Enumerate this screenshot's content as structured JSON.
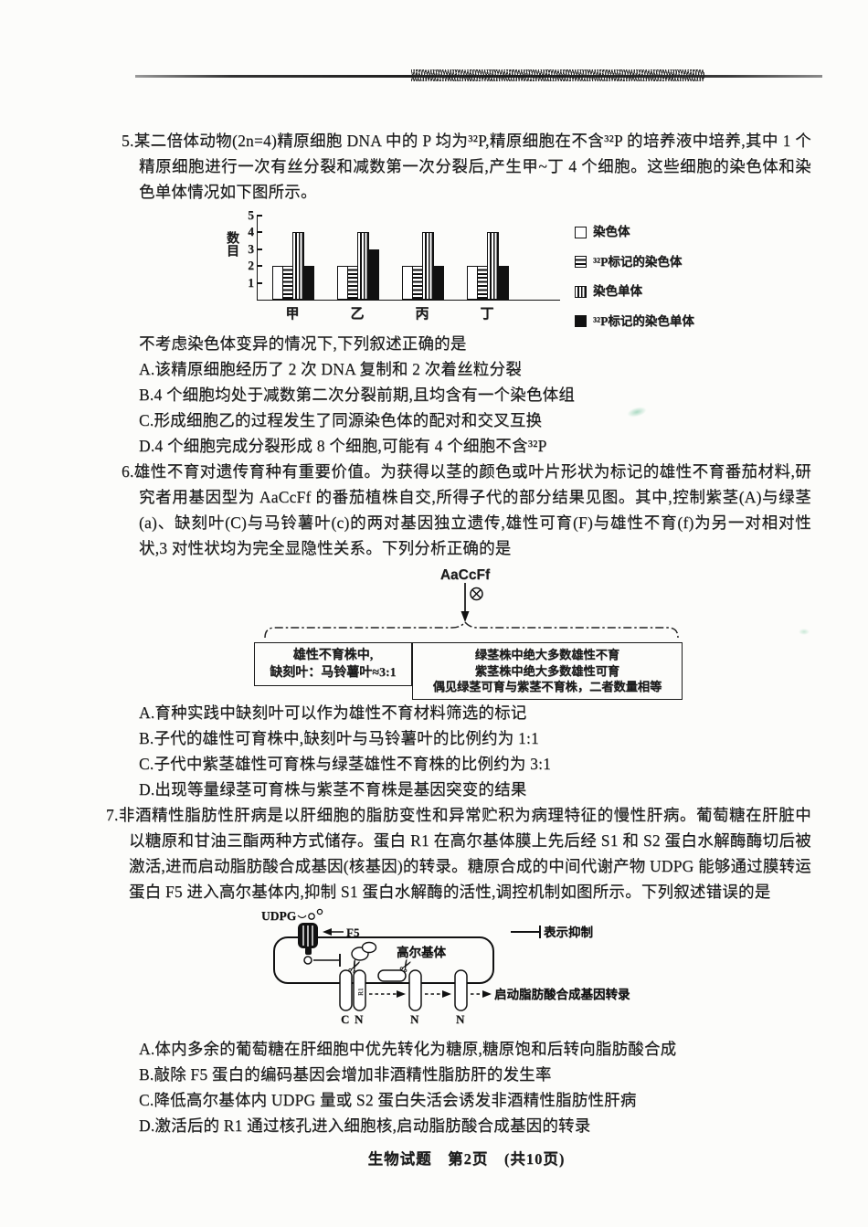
{
  "page": {
    "footer": "生物试题　第2页　(共10页)"
  },
  "q5": {
    "number": "5.",
    "text": "某二倍体动物(2n=4)精原细胞 DNA 中的 P 均为³²P,精原细胞在不含³²P 的培养液中培养,其中 1 个精原细胞进行一次有丝分裂和减数第一次分裂后,产生甲~丁 4 个细胞。这些细胞的染色体和染色单体情况如下图所示。",
    "stem": "不考虑染色体变异的情况下,下列叙述正确的是",
    "options": [
      "A.该精原细胞经历了 2 次 DNA 复制和 2 次着丝粒分裂",
      "B.4 个细胞均处于减数第二次分裂前期,且均含有一个染色体组",
      "C.形成细胞乙的过程发生了同源染色体的配对和交叉互换",
      "D.4 个细胞完成分裂形成 8 个细胞,可能有 4 个细胞不含³²P"
    ]
  },
  "chart_data": {
    "type": "bar",
    "categories": [
      "甲",
      "乙",
      "丙",
      "丁"
    ],
    "series": [
      {
        "name": "染色体",
        "pattern": "plain",
        "values": [
          2,
          2,
          2,
          2
        ]
      },
      {
        "name": "³²P标记的染色体",
        "pattern": "hstripe",
        "values": [
          2,
          2,
          2,
          2
        ]
      },
      {
        "name": "染色单体",
        "pattern": "vstripe",
        "values": [
          4,
          4,
          4,
          4
        ]
      },
      {
        "name": "³²P标记的染色单体",
        "pattern": "solid",
        "values": [
          2,
          3,
          2,
          2
        ]
      }
    ],
    "ylabel": "数目",
    "xlabel": "",
    "yticks": [
      1,
      2,
      3,
      4,
      5
    ],
    "ylim": [
      0,
      5
    ],
    "grid": false,
    "legend_position": "right"
  },
  "q6": {
    "number": "6.",
    "text": "雄性不育对遗传育种有重要价值。为获得以茎的颜色或叶片形状为标记的雄性不育番茄材料,研究者用基因型为 AaCcFf 的番茄植株自交,所得子代的部分结果见图。其中,控制紫茎(A)与绿茎(a)、缺刻叶(C)与马铃薯叶(c)的两对基因独立遗传,雄性可育(F)与雄性不育(f)为另一对相对性状,3 对性状均为完全显隐性关系。下列分析正确的是",
    "diagram": {
      "parent": "AaCcFf",
      "left_box": {
        "line1": "雄性不育株中,",
        "line2": "缺刻叶：马铃薯叶≈3:1"
      },
      "right_box": {
        "line1": "绿茎株中绝大多数雄性不育",
        "line2": "紫茎株中绝大多数雄性可育",
        "line3": "偶见绿茎可育与紫茎不育株，二者数量相等"
      }
    },
    "options": [
      "A.育种实践中缺刻叶可以作为雄性不育材料筛选的标记",
      "B.子代的雄性可育株中,缺刻叶与马铃薯叶的比例约为 1:1",
      "C.子代中紫茎雄性可育株与绿茎雄性不育株的比例约为 3:1",
      "D.出现等量绿茎可育株与紫茎不育株是基因突变的结果"
    ]
  },
  "q7": {
    "number": "7.",
    "text": "非酒精性脂肪性肝病是以肝细胞的脂肪变性和异常贮积为病理特征的慢性肝病。葡萄糖在肝脏中以糖原和甘油三酯两种方式储存。蛋白 R1 在高尔基体膜上先后经 S1 和 S2 蛋白水解酶酶切后被激活,进而启动脂肪酸合成基因(核基因)的转录。糖原合成的中间代谢产物 UDPG 能够通过膜转运蛋白 F5 进入高尔基体内,抑制 S1 蛋白水解酶的活性,调控机制如图所示。下列叙述错误的是",
    "diagram": {
      "udpg": "UDPG",
      "f5": "F5",
      "golgi": "高尔基体",
      "protein": "R1",
      "inhibit_legend": "表示抑制",
      "output": "启动脂肪酸合成基因转录",
      "terminals": {
        "t0": "C",
        "t1": "N",
        "t2": "N",
        "t3": "N"
      }
    },
    "options": [
      "A.体内多余的葡萄糖在肝细胞中优先转化为糖原,糖原饱和后转向脂肪酸合成",
      "B.敲除 F5 蛋白的编码基因会增加非酒精性脂肪肝的发生率",
      "C.降低高尔基体内 UDPG 量或 S2 蛋白失活会诱发非酒精性脂肪性肝病",
      "D.激活后的 R1 通过核孔进入细胞核,启动脂肪酸合成基因的转录"
    ]
  }
}
